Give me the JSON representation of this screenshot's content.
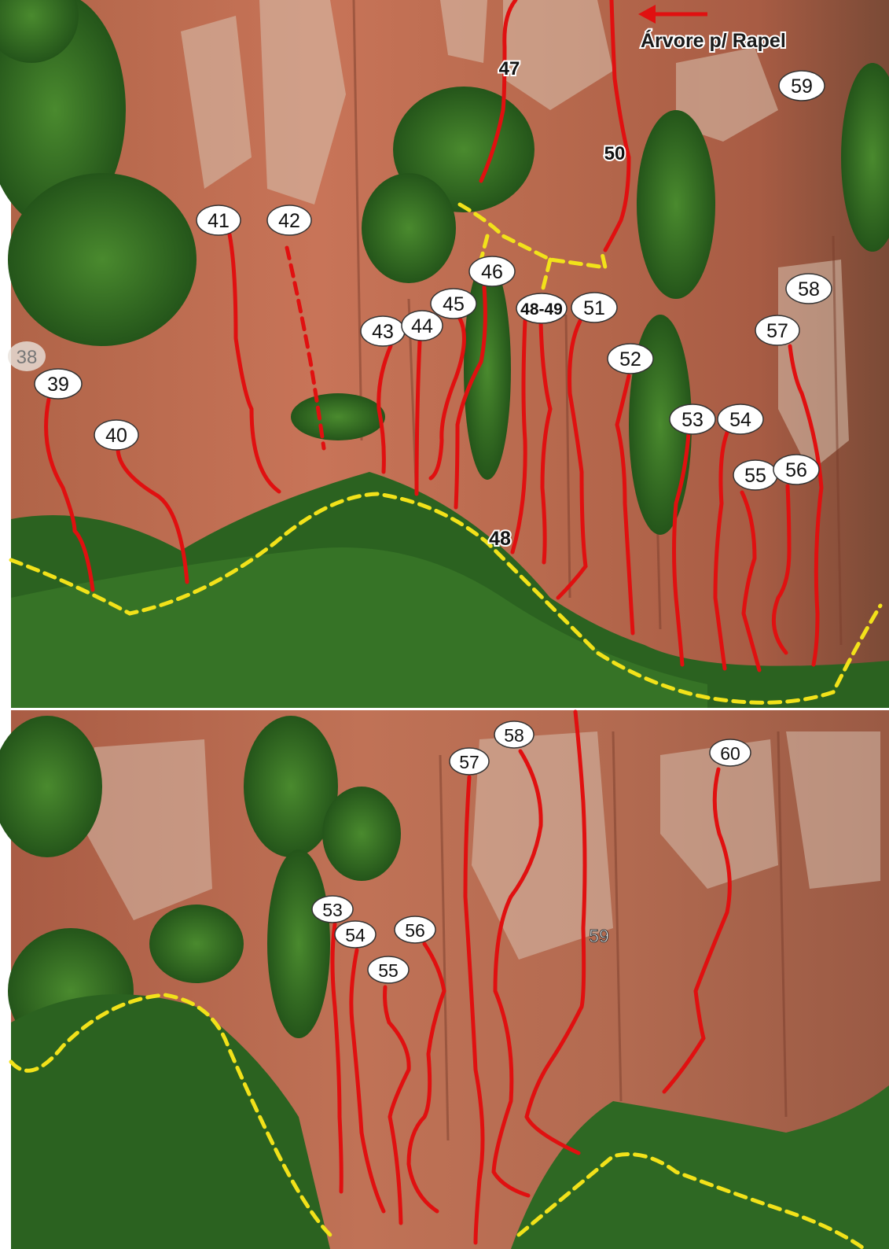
{
  "image": {
    "description": "Climbing topo",
    "colors": {
      "route_line": "#e01010",
      "approach_line": "#f2e21a",
      "label_bubble": "#ffffff",
      "label_text": "#111111",
      "rock_base": "#b8654a",
      "vegetation": "#2f6a22"
    }
  },
  "annotation": {
    "text": "Árvore p/ Rapel",
    "arrow": "left-arrow"
  },
  "panels": [
    {
      "id": "top",
      "labels": [
        "38",
        "39",
        "40",
        "41",
        "42",
        "43",
        "44",
        "45",
        "46",
        "47",
        "48-49",
        "48",
        "50",
        "51",
        "52",
        "53",
        "54",
        "55",
        "56",
        "57",
        "58",
        "59"
      ]
    },
    {
      "id": "bottom",
      "labels": [
        "53",
        "54",
        "55",
        "56",
        "57",
        "58",
        "59",
        "60"
      ]
    }
  ]
}
